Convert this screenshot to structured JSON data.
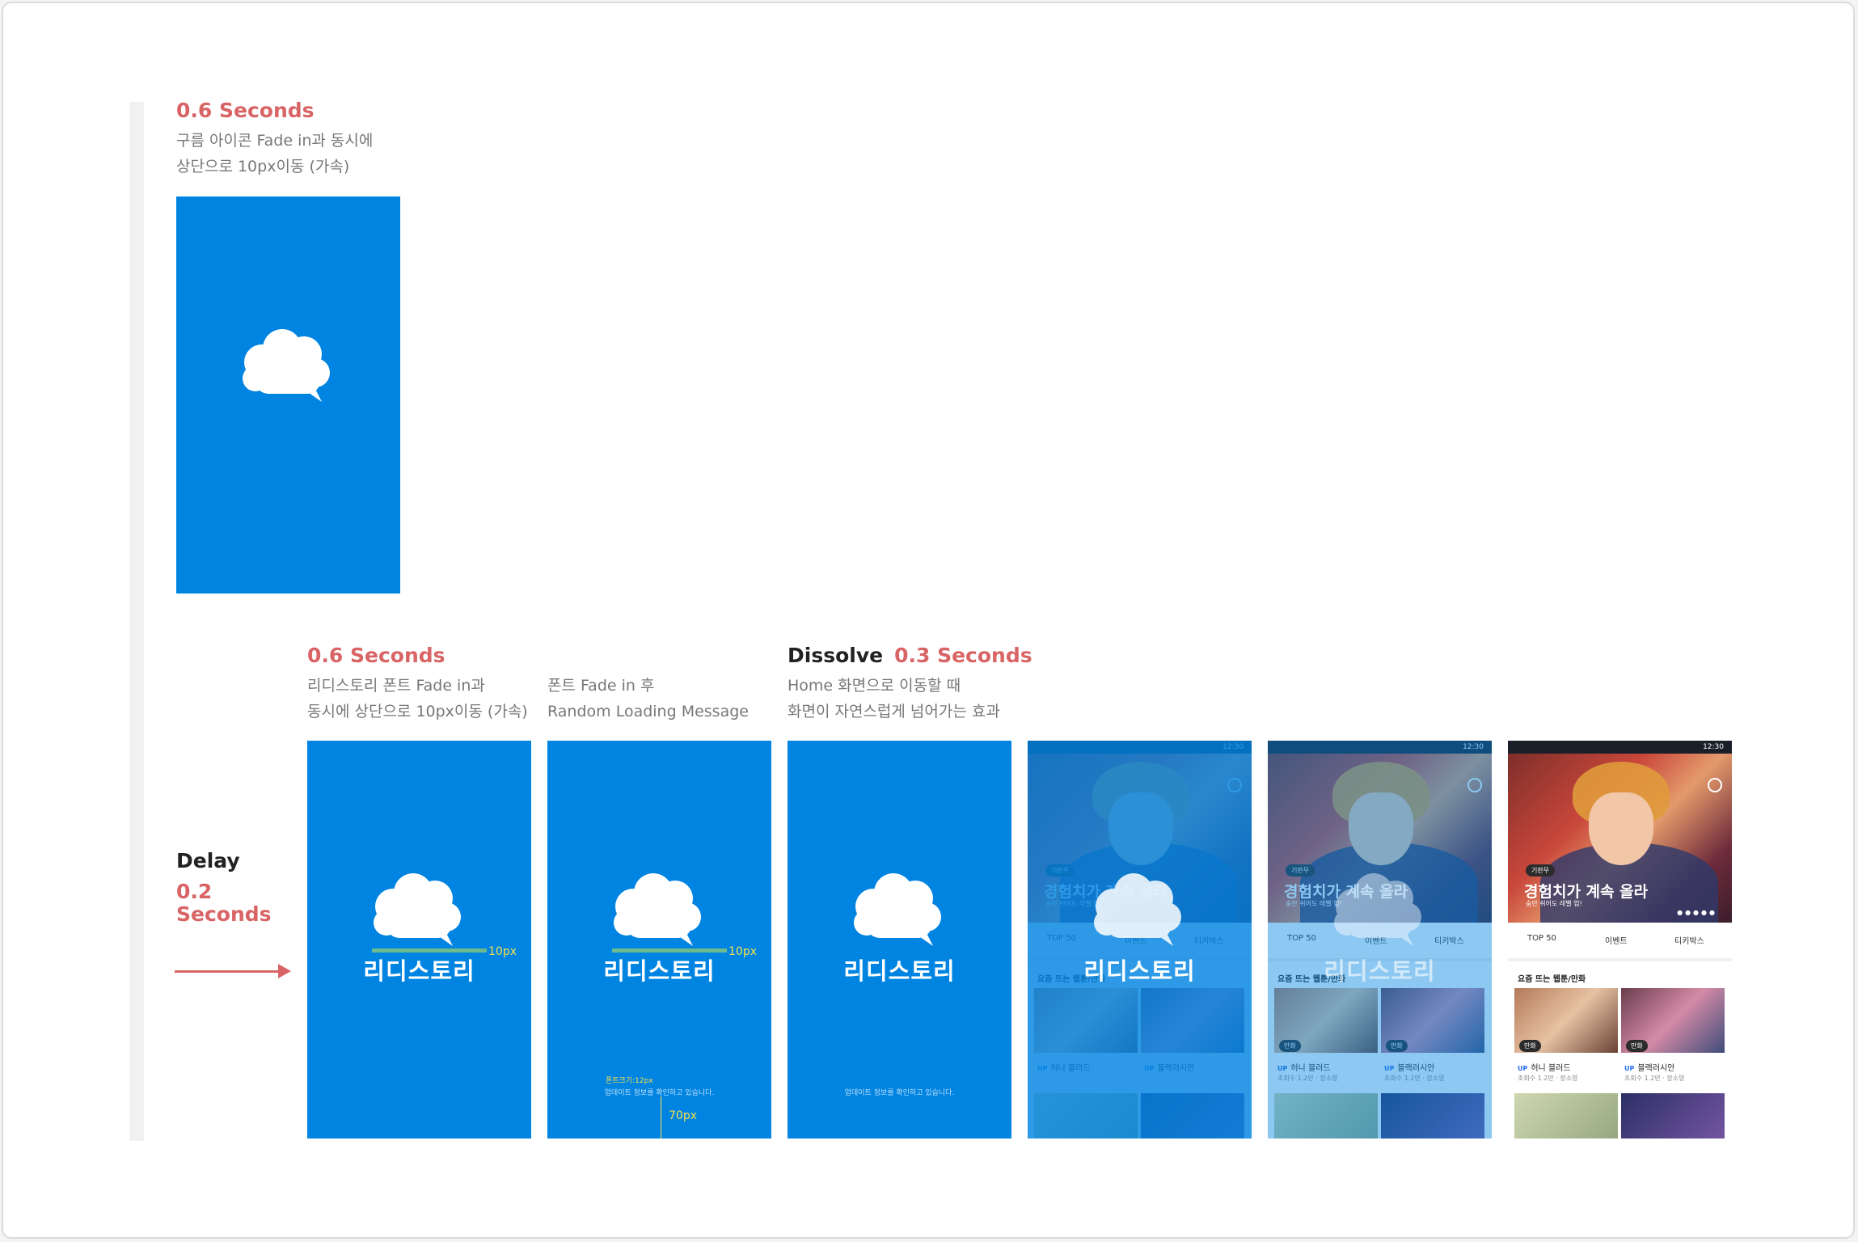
{
  "step1": {
    "title": "0.6 Seconds",
    "desc": [
      "구름 아이콘 Fade in과 동시에",
      "상단으로 10px이동 (가속)"
    ]
  },
  "delay": {
    "label": "Delay",
    "value": "0.2",
    "unit": "Seconds"
  },
  "step2": {
    "title": "0.6 Seconds",
    "desc": [
      "리디스토리 폰트 Fade in과",
      "동시에 상단으로 10px이동 (가속)"
    ]
  },
  "step3": {
    "desc": [
      "폰트 Fade in 후",
      "Random Loading Message"
    ]
  },
  "step4": {
    "title_prefix": "Dissolve",
    "title": "0.3 Seconds",
    "desc": [
      "Home 화면으로 이동할 때",
      "화면이 자연스럽게 넘어가는 효과"
    ]
  },
  "splash": {
    "logo_text": "리디스토리",
    "guide_label": "10px",
    "font_note": "폰트크기:12px",
    "loading_message": "업데이트 정보를 확인하고 있습니다.",
    "bottom_label": "70px"
  },
  "home": {
    "status_time": "12:30",
    "badge": "기판무",
    "headline": "경험치가 계속 올라",
    "subline": "숨만 쉬어도 레벨 업!",
    "menu": [
      "TOP 50",
      "이벤트",
      "티키박스"
    ],
    "section_title": "요즘 뜨는 웹툰/만화",
    "cards": [
      {
        "tag": "만화",
        "up": "UP",
        "title": "허니 블러드",
        "meta": "조회수 1.2만 · 장소영"
      },
      {
        "tag": "만화",
        "up": "UP",
        "title": "블랙러시안",
        "meta": "조회수 1.2만 · 장소영"
      }
    ]
  },
  "colors": {
    "splash_blue": "#0084e2",
    "accent_red": "#d96465",
    "guide_yellow": "#f4e04d",
    "guide_green": "#7fc47c"
  }
}
